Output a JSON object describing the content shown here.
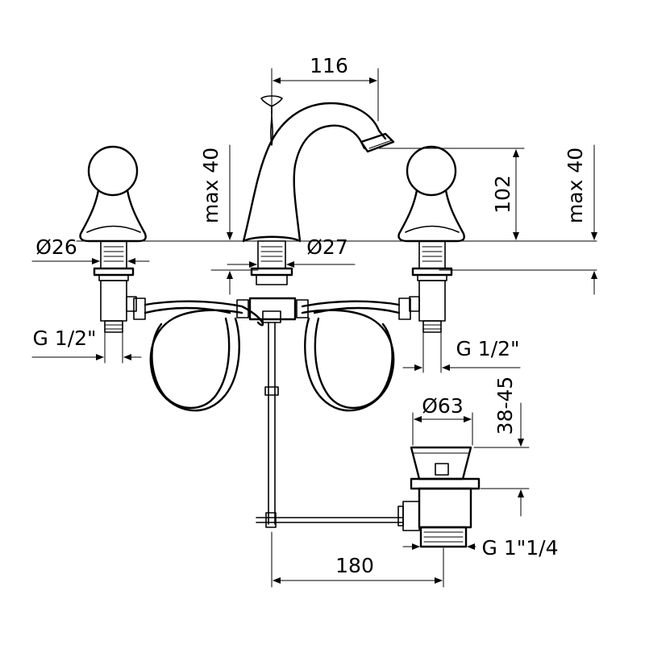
{
  "dimensions": {
    "spout_reach": "116",
    "spout_height": "102",
    "max_left": "max 40",
    "max_right": "max 40",
    "handle_dia": "Ø26",
    "spout_dia": "Ø27",
    "thread_left": "G 1/2\"",
    "thread_right": "G 1/2\"",
    "waste_dia": "Ø63",
    "waste_range": "38-45",
    "waste_thread": "G 1\"1/4",
    "centers": "180"
  }
}
